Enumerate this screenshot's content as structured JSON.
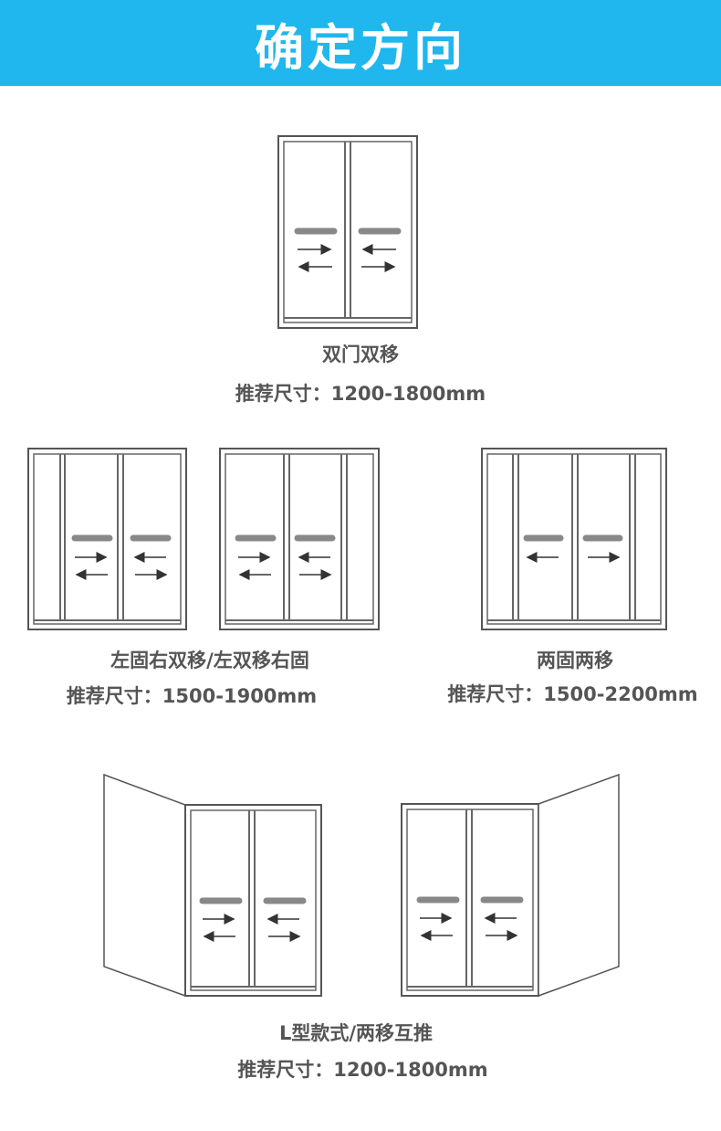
{
  "header": {
    "title": "确定方向"
  },
  "sections": [
    {
      "name": "双门双移",
      "size": "推荐尺寸：1200-1800mm"
    },
    {
      "name": "左固右双移/左双移右固",
      "size": "推荐尺寸：1500-1900mm"
    },
    {
      "name": "两固两移",
      "size": "推荐尺寸：1500-2200mm"
    },
    {
      "name": "L型款式/两移互推",
      "size": "推荐尺寸：1200-1800mm"
    }
  ],
  "colors": {
    "header_bg": "#1fb7ee",
    "text": "#555555",
    "handle": "#888888"
  },
  "icons": [
    "door-diagram-double-slide",
    "door-diagram-fixed-left",
    "door-diagram-fixed-right",
    "door-diagram-two-fixed-two-slide",
    "door-diagram-l-shape-left",
    "door-diagram-l-shape-right"
  ]
}
